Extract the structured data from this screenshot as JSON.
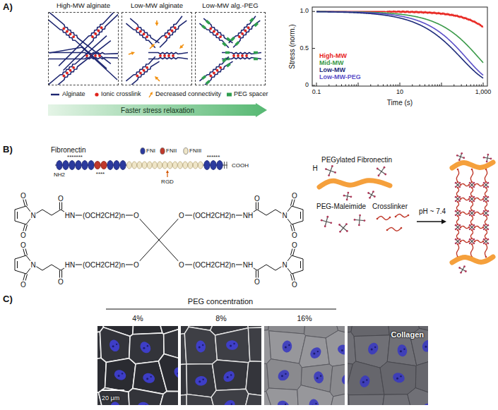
{
  "diagram": {
    "nodes": [
      {
        "text": [
          "High-MW alginate"
        ]
      },
      {
        "text": [
          "Low-MW alginate"
        ]
      },
      {
        "text": [
          "Low-MW alg.-PEG"
        ]
      },
      {
        "text": [
          "Faster stress relaxation"
        ]
      },
      {
        "text": [
          "4%",
          "20 μm"
        ]
      },
      {
        "text": [
          "8%"
        ]
      },
      {
        "text": [
          "16%"
        ]
      },
      {
        "text": [
          "Collagen"
        ]
      }
    ],
    "labels": [
      "A)",
      "Stress (norm.)",
      "1.0",
      "0.5",
      "0",
      "0.1",
      "10",
      "1,000",
      "Time (s)",
      "B)",
      "Fibronectin",
      "*******",
      "****",
      "******",
      "NH2",
      "RGD",
      "COOH",
      "O",
      "(OCH2CH2)n",
      "HN",
      "O",
      "N",
      "O",
      "O",
      "O",
      "(OCH2CH2)n",
      "NH",
      "O",
      "N",
      "O",
      "O",
      "O",
      "(OCH2CH2)n",
      "HN",
      "O",
      "N",
      "O",
      "O",
      "O",
      "(OCH2CH2)n",
      "NH",
      "O",
      "N",
      "O",
      "O",
      "H",
      "PEGylated Fibronectin",
      "PEG-Maleimide",
      "Crosslinker",
      "pH ~ 7.4",
      "C)",
      "PEG concentration"
    ],
    "legend": [
      {
        "text": "Alginate"
      },
      {
        "text": "Ionic crosslink"
      },
      {
        "text": "Decreased connectivity"
      },
      {
        "text": "PEG spacer"
      },
      {
        "text": "High-MW",
        "color": "#e8251f"
      },
      {
        "text": "Mid-MW",
        "color": "#3a9a48"
      },
      {
        "text": "Low-MW",
        "color": "#1d2b7a"
      },
      {
        "text": "Low-MW-PEG",
        "color": "#5b50c8"
      },
      {
        "text": "FNI"
      },
      {
        "text": "FNII"
      },
      {
        "text": "FNIII"
      }
    ]
  }
}
